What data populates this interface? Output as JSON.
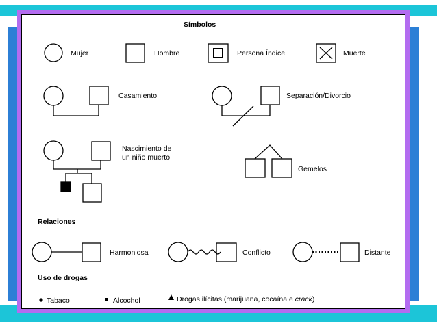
{
  "title": "Símbolos",
  "symbols": {
    "mujer": "Mujer",
    "hombre": "Hombre",
    "persona_indice": "Persona Índice",
    "muerte": "Muerte",
    "casamiento": "Casamiento",
    "separacion": "Separación/Divorcio",
    "nascimiento_line1": "Nascimiento de",
    "nascimiento_line2": "un niño muerto",
    "gemelos": "Gemelos"
  },
  "relaciones": {
    "heading": "Relaciones",
    "harmoniosa": "Harmoniosa",
    "conflicto": "Conflicto",
    "distante": "Distante"
  },
  "drogas": {
    "heading": "Uso de drogas",
    "tabaco": "Tabaco",
    "alcohol": "Àlcochol",
    "ilicitas_prefix": "Drogas ilícitas (marijuana, cocaína e ",
    "ilicitas_italic": "crack",
    "ilicitas_suffix": ")"
  },
  "colors": {
    "frame_border": "#b36cf0",
    "band": "#1cc5d8",
    "side_bar": "#2c7fd6"
  }
}
